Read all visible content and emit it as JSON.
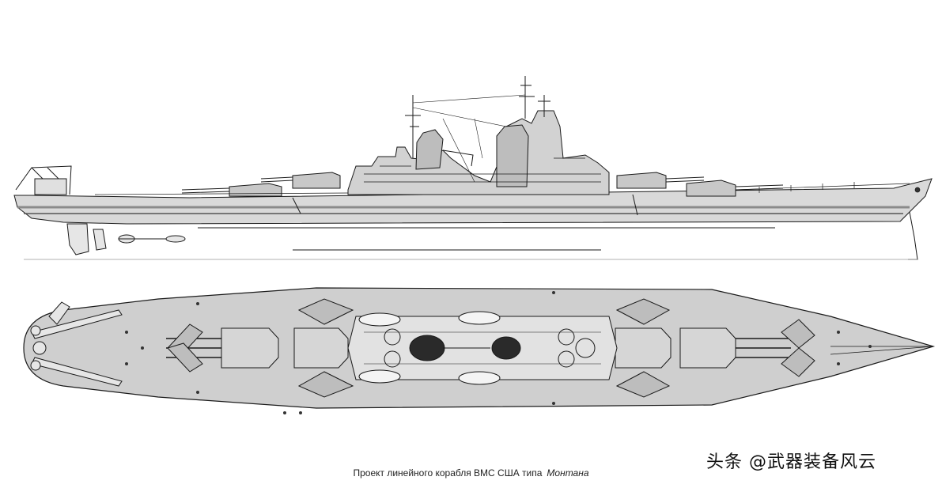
{
  "caption": {
    "text": "Проект линейного корабля ВМС США типа",
    "ship_name": "Монтана"
  },
  "watermark": {
    "text": "头条 @武器装备风云"
  },
  "views": {
    "side": "side-profile",
    "top": "top-plan"
  },
  "colors": {
    "line": "#1a1a1a",
    "hull_fill": "#d9d9d9",
    "deck_fill": "#cfcfcf",
    "stripe": "#8a8a8a"
  }
}
